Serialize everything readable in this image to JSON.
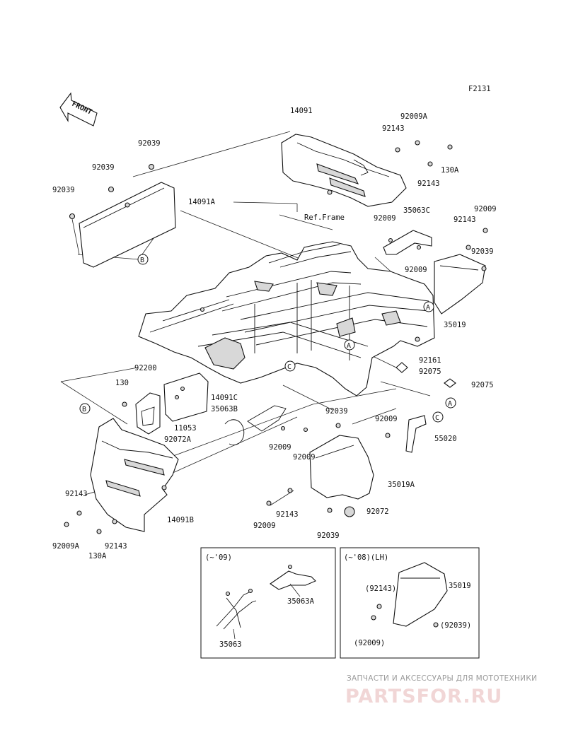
{
  "figure_code": "F2131",
  "front_label": "FRONT",
  "ref_frame_label": "Ref.Frame",
  "callouts": [
    "A",
    "A",
    "A",
    "B",
    "B",
    "C",
    "C",
    "C"
  ],
  "labels": [
    {
      "id": "p14091",
      "text": "14091"
    },
    {
      "id": "p92009A_top",
      "text": "92009A"
    },
    {
      "id": "p92143_top1",
      "text": "92143"
    },
    {
      "id": "p130A_top",
      "text": "130A"
    },
    {
      "id": "p92143_top2",
      "text": "92143"
    },
    {
      "id": "p92039_a",
      "text": "92039"
    },
    {
      "id": "p92039_b",
      "text": "92039"
    },
    {
      "id": "p92039_c",
      "text": "92039"
    },
    {
      "id": "p14091A",
      "text": "14091A"
    },
    {
      "id": "p92009_r1",
      "text": "92009"
    },
    {
      "id": "p35063C",
      "text": "35063C"
    },
    {
      "id": "p92009_r2",
      "text": "92009"
    },
    {
      "id": "p92143_r",
      "text": "92143"
    },
    {
      "id": "p92039_r",
      "text": "92039"
    },
    {
      "id": "p92009_r3",
      "text": "92009"
    },
    {
      "id": "p35019",
      "text": "35019"
    },
    {
      "id": "p92161",
      "text": "92161"
    },
    {
      "id": "p92075_a",
      "text": "92075"
    },
    {
      "id": "p92075_b",
      "text": "92075"
    },
    {
      "id": "p92200",
      "text": "92200"
    },
    {
      "id": "p130",
      "text": "130"
    },
    {
      "id": "p14091C",
      "text": "14091C"
    },
    {
      "id": "p35063B",
      "text": "35063B"
    },
    {
      "id": "p11053",
      "text": "11053"
    },
    {
      "id": "p92072A",
      "text": "92072A"
    },
    {
      "id": "p92039_m",
      "text": "92039"
    },
    {
      "id": "p92009_m1",
      "text": "92009"
    },
    {
      "id": "p55020",
      "text": "55020"
    },
    {
      "id": "p92009_m2",
      "text": "92009"
    },
    {
      "id": "p92009_m3",
      "text": "92009"
    },
    {
      "id": "p35019A",
      "text": "35019A"
    },
    {
      "id": "p92143_l",
      "text": "92143"
    },
    {
      "id": "p14091B",
      "text": "14091B"
    },
    {
      "id": "p92009A_l",
      "text": "92009A"
    },
    {
      "id": "p92143_l2",
      "text": "92143"
    },
    {
      "id": "p130A_l",
      "text": "130A"
    },
    {
      "id": "p92143_c",
      "text": "92143"
    },
    {
      "id": "p92009_c",
      "text": "92009"
    },
    {
      "id": "p92039_c2",
      "text": "92039"
    },
    {
      "id": "p92072",
      "text": "92072"
    }
  ],
  "inset_left": {
    "title": "(~'09)",
    "labels": [
      "35063A",
      "35063"
    ]
  },
  "inset_right": {
    "title": "(~'08)(LH)",
    "labels": [
      "(92143)",
      "35019",
      "(92039)",
      "(92009)"
    ]
  },
  "watermark": {
    "line1": "ЗАПЧАСТИ И АКСЕССУАРЫ ДЛЯ МОТОТЕХНИКИ",
    "line2": "PARTSFOR.RU"
  }
}
